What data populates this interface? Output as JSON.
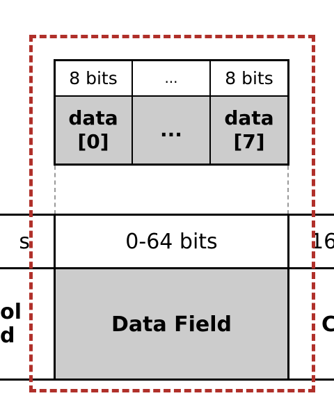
{
  "byte_table": {
    "header": [
      "8 bits",
      "...",
      "8 bits"
    ],
    "data": [
      {
        "line1": "data",
        "line2": "[0]"
      },
      {
        "line1": "...",
        "line2": ""
      },
      {
        "line1": "data",
        "line2": "[7]"
      }
    ]
  },
  "frame": {
    "left_size": "s",
    "middle_size": "0-64 bits",
    "right_size": "16",
    "left_field_line1": "ol",
    "left_field_line2": "d",
    "middle_field": "Data Field",
    "right_field": "C"
  },
  "colors": {
    "highlight_border": "#b0302a",
    "field_fill": "#cccccc",
    "connector": "#999999"
  }
}
